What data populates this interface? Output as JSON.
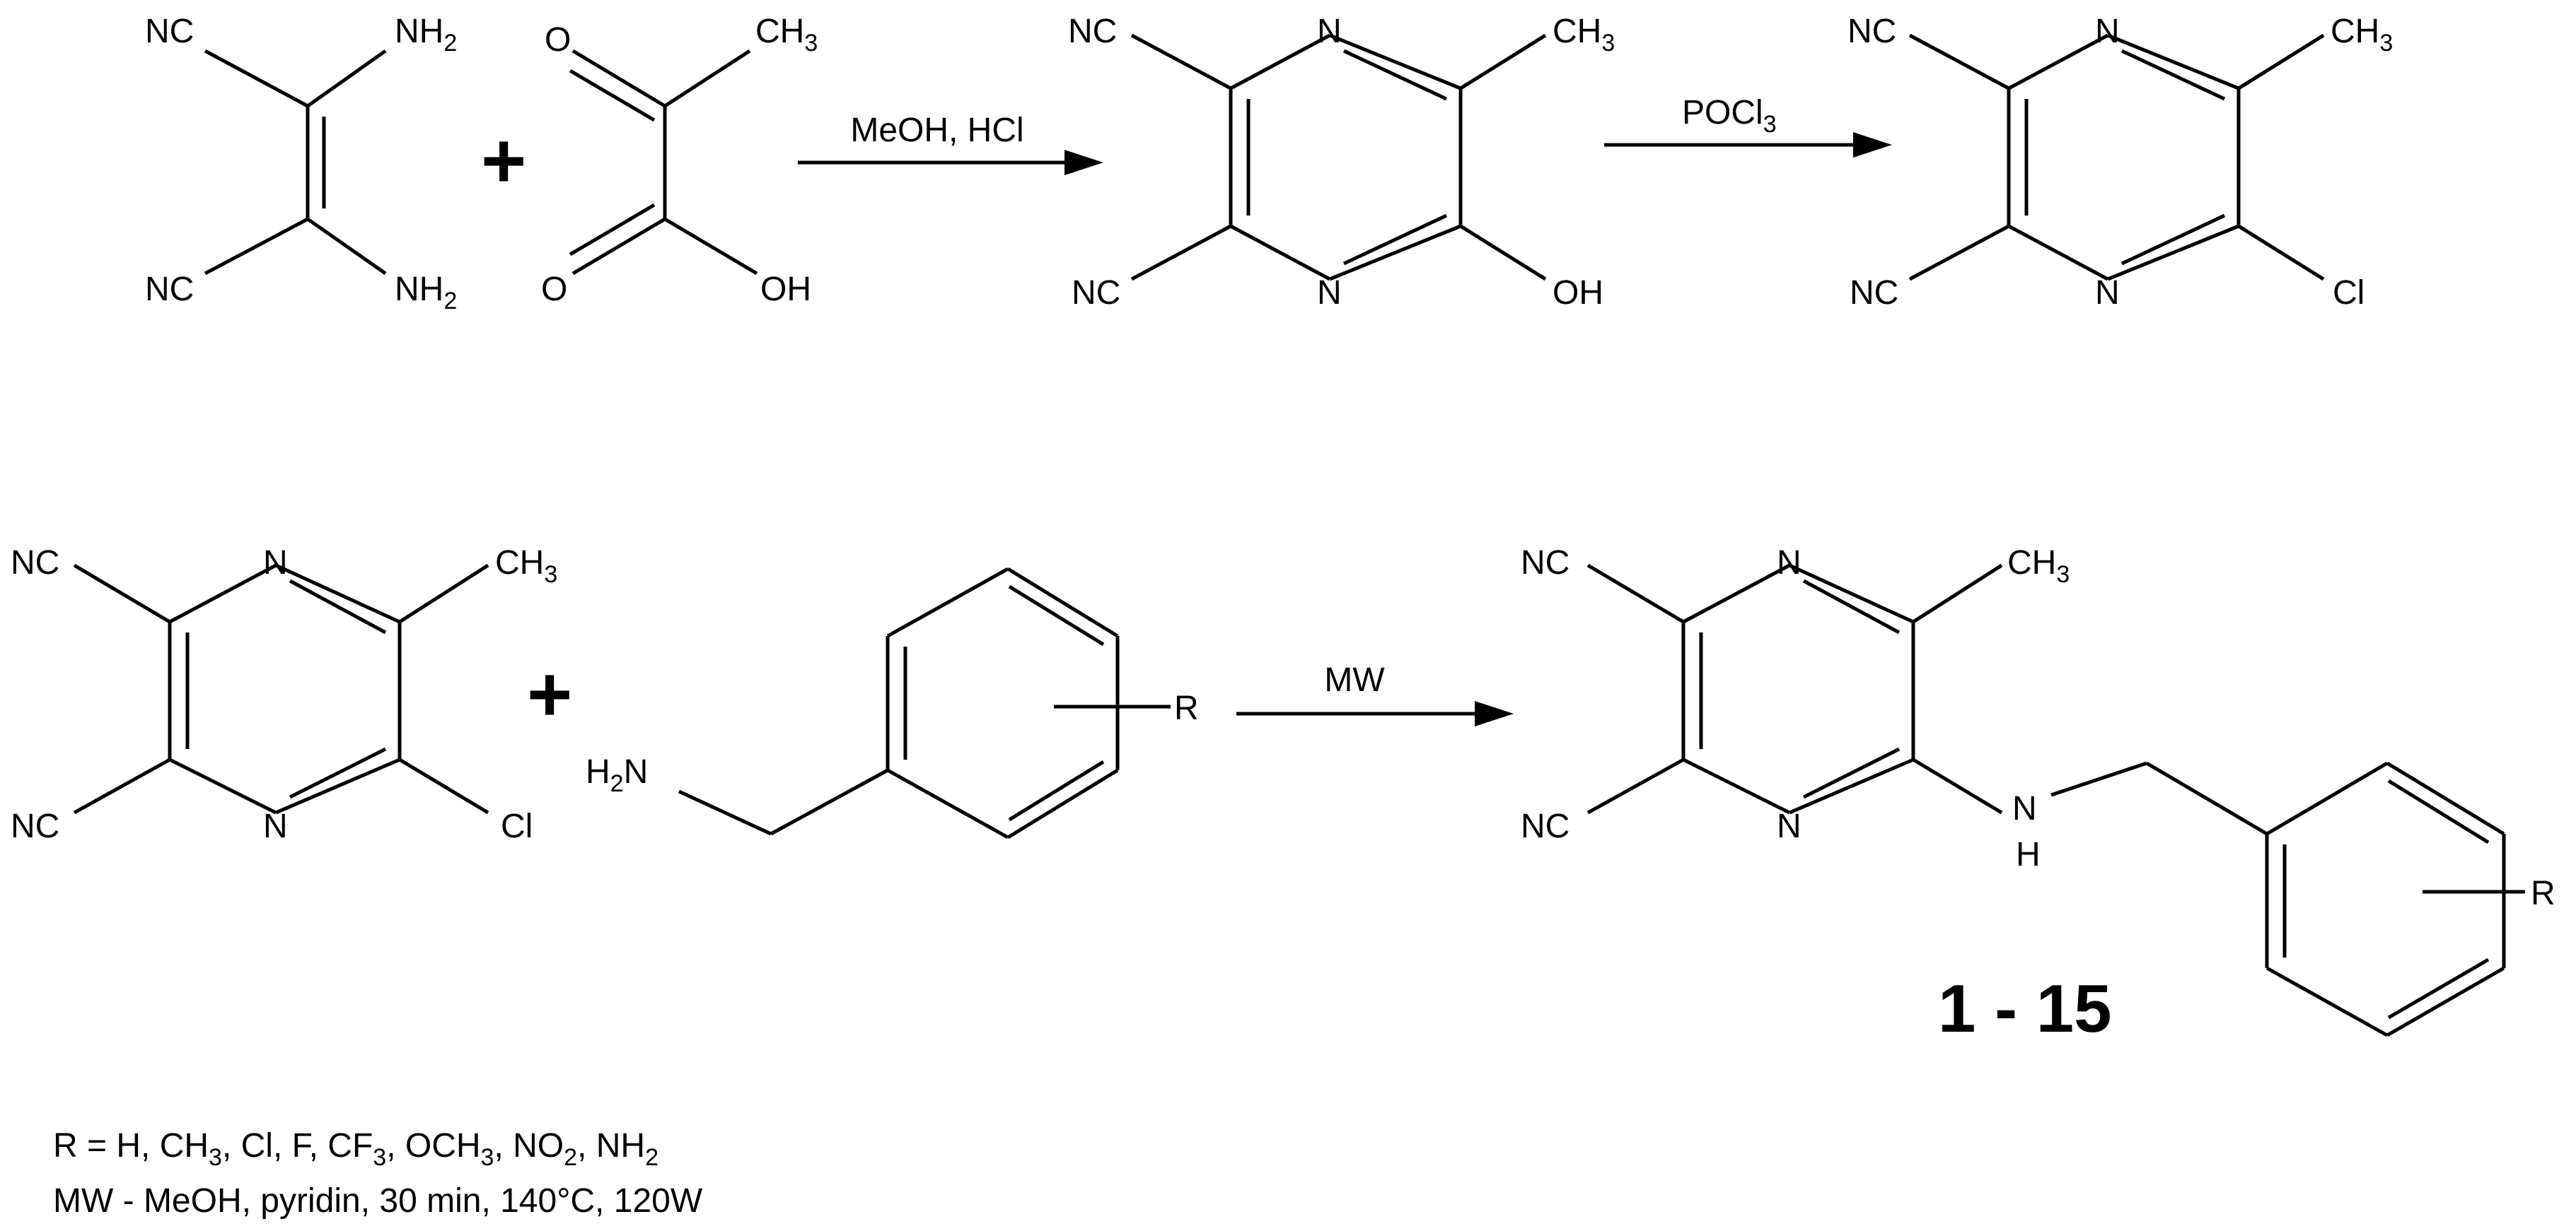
{
  "labels": {
    "nc": "NC",
    "n": "N",
    "ch3_main": "CH",
    "ch3_sub": "3",
    "nh2_main": "NH",
    "nh2_sub": "2",
    "h2n_h": "H",
    "h2n_sub": "2",
    "h2n_n": "N",
    "o": "O",
    "oh": "OH",
    "cl": "Cl",
    "r": "R",
    "nh_n": "N",
    "nh_h": "H",
    "plus": "+"
  },
  "arrows": {
    "step1": "MeOH, HCl",
    "step2_main": "POCl",
    "step2_sub": "3",
    "step3": "MW"
  },
  "compound_range": "1 - 15",
  "notes": {
    "r_pre": "R = H, CH",
    "r_sub1": "3",
    "r_mid1": ", Cl, F, CF",
    "r_sub2": "3",
    "r_mid2": ", OCH",
    "r_sub3": "3",
    "r_mid3": ", NO",
    "r_sub4": "2",
    "r_mid4": ", NH",
    "r_sub5": "2",
    "mw": "MW - MeOH, pyridin, 30 min, 140°C, 120W"
  }
}
